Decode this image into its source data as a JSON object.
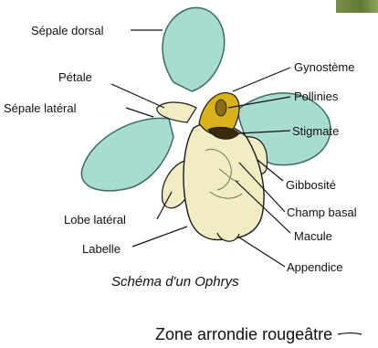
{
  "labels": {
    "sepale_dorsal": "Sépale dorsal",
    "petale": "Pétale",
    "sepale_lateral": "Sépale latéral",
    "gynosteme": "Gynostème",
    "pollinies": "Pollinies",
    "stigmate": "Stigmate",
    "gibbosite": "Gibbosité",
    "lobe_lateral": "Lobe latéral",
    "champ_basal": "Champ basal",
    "macule": "Macule",
    "labelle": "Labelle",
    "appendice": "Appendice"
  },
  "caption": "Schéma d'un Ophrys",
  "bottom_text": "Zone arrondie rougeâtre",
  "colors": {
    "sepal": "#a9dcd0",
    "sepal_outline": "#3a6b62",
    "labellum": "#f2ecc4",
    "gynostemium": "#d9b21a",
    "outline": "#1a1a1a"
  }
}
